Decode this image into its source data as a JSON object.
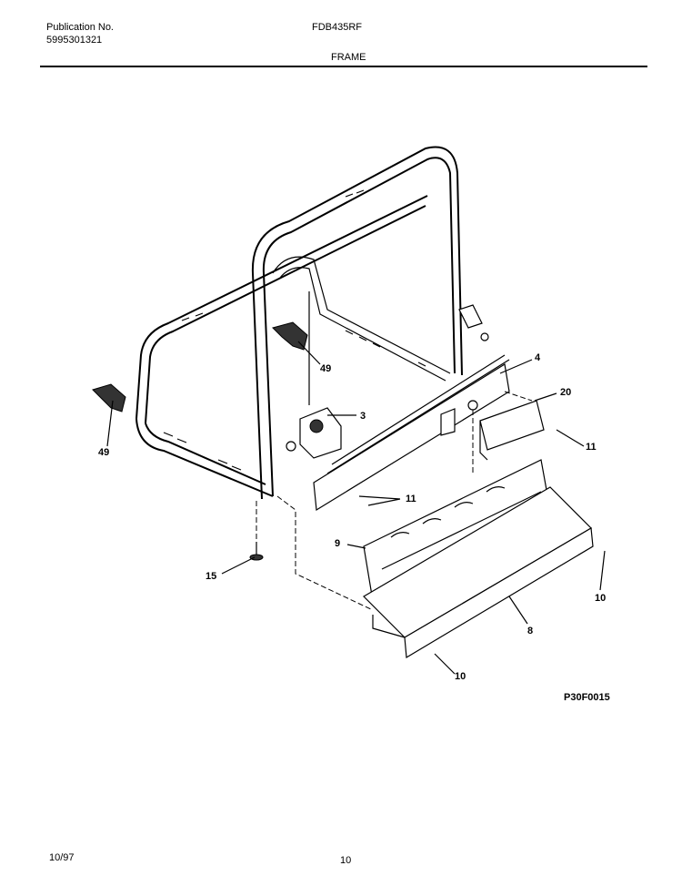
{
  "header": {
    "publication_label": "Publication No.",
    "publication_number": "5995301321",
    "model": "FDB435RF",
    "section": "FRAME"
  },
  "diagram": {
    "code": "P30F0015",
    "callouts": {
      "c49a": "49",
      "c49b": "49",
      "c3": "3",
      "c4": "4",
      "c20": "20",
      "c11a": "11",
      "c11b": "11",
      "c9": "9",
      "c15": "15",
      "c10a": "10",
      "c8": "8",
      "c10b": "10"
    }
  },
  "footer": {
    "date": "10/97",
    "page": "10"
  }
}
